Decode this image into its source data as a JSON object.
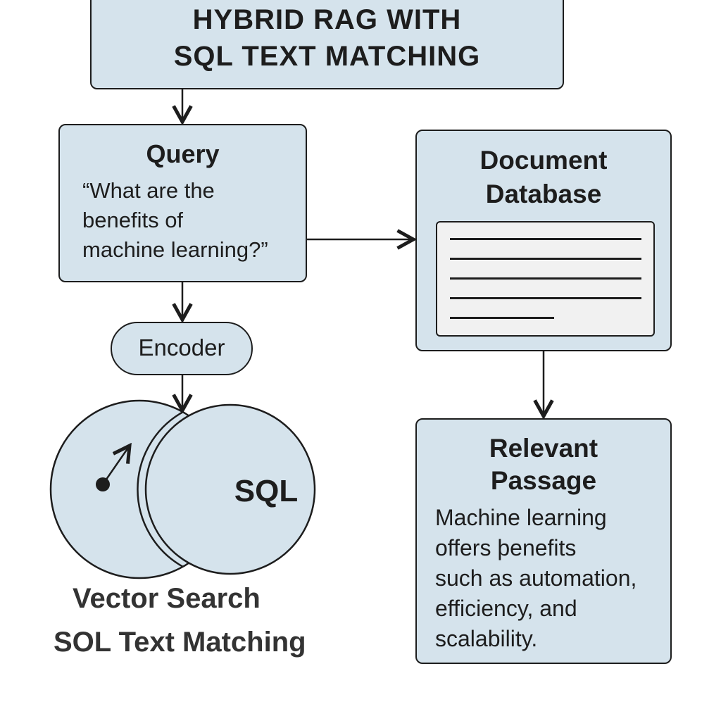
{
  "title": {
    "line1": "HYBRID RAG WITH",
    "line2": "SQL TEXT MATCHING"
  },
  "query": {
    "heading": "Query",
    "text_lines": [
      "“What are the",
      "benefits of",
      "machine learning?”"
    ]
  },
  "document_database": {
    "heading_lines": [
      "Document",
      "Database"
    ]
  },
  "encoder": {
    "label": "Encoder"
  },
  "venn": {
    "right_label": "SQL",
    "caption_lines": [
      "Vector Search",
      "SOL Text Matching"
    ]
  },
  "relevant_passage": {
    "heading_lines": [
      "Relevant",
      "Passage"
    ],
    "text_lines": [
      "Machine learning",
      "offers þenefits",
      "such as automation,",
      "efficiency, and",
      "scalability."
    ]
  },
  "colors": {
    "fill": "#d5e3ec",
    "stroke": "#1d1d1d"
  }
}
